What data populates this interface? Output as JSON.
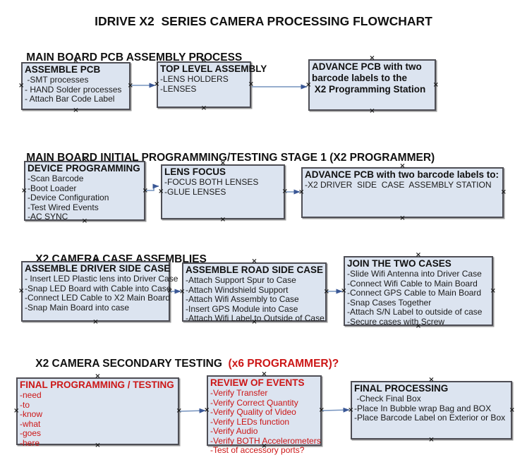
{
  "page": {
    "title": "IDRIVE X2  SERIES CAMERA PROCESSING FLOWCHART"
  },
  "colors": {
    "box_fill": "#dce4f0",
    "box_border": "#4e4e55",
    "arrow_line": "#7593be",
    "arrow_head": "#3a5795",
    "red": "#cc1616"
  },
  "sections": [
    {
      "heading": "MAIN BOARD PCB ASSEMBLY PROCESS",
      "heading_red": "",
      "boxes": [
        {
          "title": "ASSEMBLE PCB",
          "lines": [
            " -SMT processes",
            "- HAND Solder processes",
            "- Attach Bar Code Label"
          ]
        },
        {
          "title": "TOP LEVEL ASSEMBLY",
          "lines": [
            "-LENS HOLDERS",
            "-LENSES"
          ]
        },
        {
          "title": "ADVANCE PCB with two",
          "lines": [
            "barcode labels to the",
            " X2 Programming Station"
          ]
        }
      ]
    },
    {
      "heading": "MAIN BOARD INITIAL PROGRAMMING/TESTING STAGE 1 (X2 PROGRAMMER)",
      "heading_red": "",
      "boxes": [
        {
          "title": "DEVICE PROGRAMMING",
          "lines": [
            "-Scan Barcode",
            "-Boot Loader",
            "-Device Configuration",
            "-Test Wired Events",
            "-AC SYNC"
          ]
        },
        {
          "title": "LENS FOCUS",
          "lines": [
            "-FOCUS BOTH LENSES",
            "-GLUE LENSES"
          ]
        },
        {
          "title": "ADVANCE PCB with two barcode labels to:",
          "lines": [
            "-X2 DRIVER  SIDE  CASE  ASSEMBLY STATION"
          ]
        }
      ]
    },
    {
      "heading": "X2 CAMERA CASE ASSEMBLIES",
      "heading_red": "",
      "boxes": [
        {
          "title": "ASSEMBLE DRIVER SIDE CASE",
          "lines": [
            "- Insert LED Plastic lens into Driver Case",
            "-Snap LED Board with Cable into Case",
            "-Connect LED Cable to X2 Main Board",
            "-Snap Main Board into case"
          ]
        },
        {
          "title": "ASSEMBLE ROAD SIDE CASE",
          "lines": [
            "-Attach Support Spur to Case",
            "-Attach Windshield Support",
            "-Attach Wifi Assembly to Case",
            "-Insert GPS Module into Case",
            "-Attach Wifi Label to Outside of Case"
          ]
        },
        {
          "title": "JOIN THE TWO CASES",
          "lines": [
            "-Slide Wifi Antenna into Driver Case",
            "-Connect Wifi Cable to Main Board",
            "-Connect GPS Cable to Main Board",
            "-Snap Cases Together",
            "-Attach S/N Label to outside of case",
            "-Secure cases with Screw"
          ]
        }
      ]
    },
    {
      "heading": "X2 CAMERA SECONDARY TESTING",
      "heading_red": "  (x6 PROGRAMMER)?",
      "boxes": [
        {
          "title": "FINAL PROGRAMMING / TESTING",
          "lines": [
            "-need",
            "-to",
            "-know",
            "-what",
            "-goes",
            "-here"
          ]
        },
        {
          "title": "REVIEW OF EVENTS",
          "lines": [
            "-Verify Transfer",
            "-Verify Correct Quantity",
            "-Verify Quality of Video",
            "-Verify LEDs function",
            "-Verify Audio",
            "-Verify BOTH Accelerometers",
            "-Test of accessory ports?"
          ]
        },
        {
          "title": "FINAL PROCESSING",
          "lines": [
            " -Check Final Box",
            "-Place In Bubble wrap Bag and BOX",
            "-Place Barcode Label on Exterior or Box"
          ]
        }
      ]
    }
  ]
}
